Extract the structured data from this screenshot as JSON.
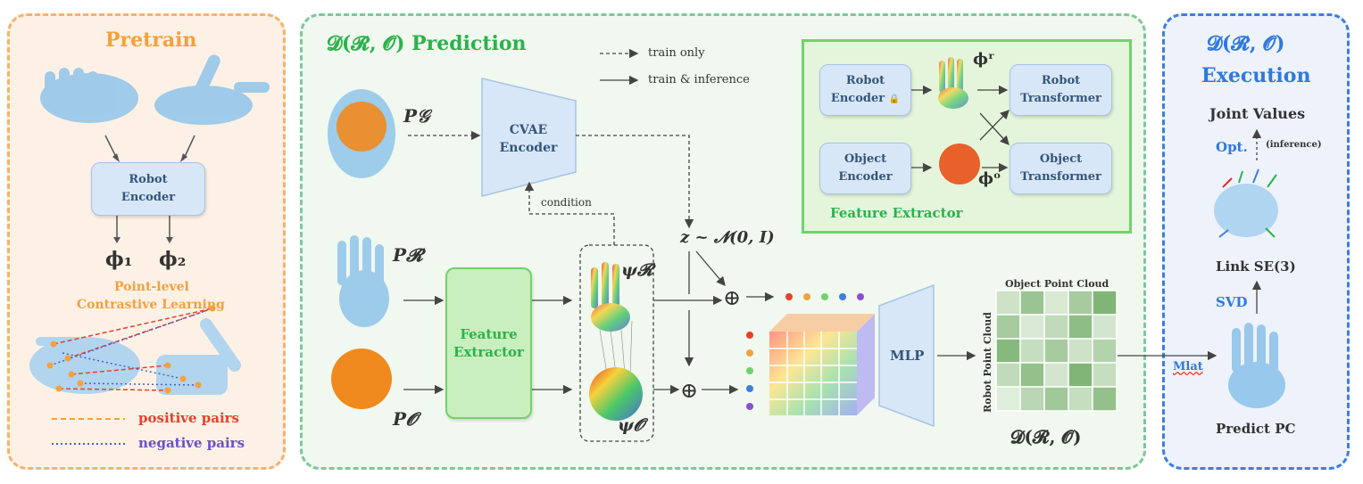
{
  "pretrain": {
    "title": "Pretrain",
    "robot_encoder_line1": "Robot",
    "robot_encoder_line2": "Encoder",
    "phi1": "ϕ₁",
    "phi2": "ϕ₂",
    "contrastive_line1": "Point-level",
    "contrastive_line2": "Contrastive Learning",
    "legend_positive": "positive pairs",
    "legend_negative": "negative pairs"
  },
  "prediction": {
    "title": "𝓓(𝓡, 𝓞) Prediction",
    "legend_dashed": "train only",
    "legend_solid": "train & inference",
    "p_g": "P𝒢",
    "p_r": "P𝓡",
    "p_o": "P𝓞",
    "cvae_line1": "CVAE",
    "cvae_line2": "Encoder",
    "condition": "condition",
    "feature_extractor_line1": "Feature",
    "feature_extractor_line2": "Extractor",
    "psi_r": "ψ𝓡",
    "psi_o": "ψ𝓞",
    "z_dist": "z ~ 𝓝(0, I)",
    "plus1": "⊕",
    "plus2": "⊕",
    "mlp": "MLP",
    "matrix_top_label": "Object Point Cloud",
    "matrix_side_label": "Robot Point Cloud",
    "matrix_caption": "𝓓(𝓡, 𝓞)"
  },
  "feature_extractor_inset": {
    "robot_encoder_line1": "Robot",
    "robot_encoder_line2": "Encoder",
    "object_encoder_line1": "Object",
    "object_encoder_line2": "Encoder",
    "robot_transformer_line1": "Robot",
    "robot_transformer_line2": "Transformer",
    "object_transformer_line1": "Object",
    "object_transformer_line2": "Transformer",
    "phi_r": "ϕʳ",
    "phi_o": "ϕᵒ",
    "caption": "Feature Extractor"
  },
  "execution": {
    "title_line1": "𝓓(𝓡, 𝓞)",
    "title_line2": "Execution",
    "joint_values": "Joint Values",
    "opt": "Opt.",
    "inference": "(inference)",
    "link_se3": "Link SE(3)",
    "svd": "SVD",
    "predict_pc": "Predict PC",
    "mlat": "Mlat"
  },
  "colors": {
    "pretrain_accent": "#f5a03c",
    "prediction_accent": "#2bb24c",
    "execution_accent": "#2f78e0",
    "positive": "#e8402a",
    "negative": "#4a5bd0"
  },
  "matrix_levels": [
    [
      0.25,
      0.65,
      0.15,
      0.55,
      0.85
    ],
    [
      0.55,
      0.15,
      0.35,
      0.75,
      0.2
    ],
    [
      0.8,
      0.3,
      0.55,
      0.25,
      0.45
    ],
    [
      0.35,
      0.7,
      0.2,
      0.85,
      0.3
    ],
    [
      0.1,
      0.4,
      0.6,
      0.3,
      0.7
    ]
  ]
}
